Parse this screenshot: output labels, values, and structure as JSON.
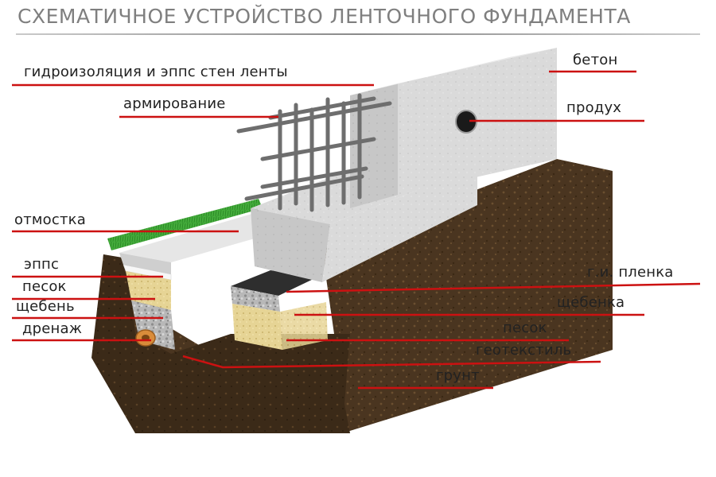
{
  "title": "СХЕМАТИЧНОЕ УСТРОЙСТВО ЛЕНТОЧНОГО ФУНДАМЕНТА",
  "colors": {
    "leader_line": "#cc1111",
    "concrete": "#d9d9d9",
    "soil": "#4a3520",
    "sand": "#e8d79a",
    "gravel": "#b5b5b5",
    "grass": "#3aa335",
    "rebar": "#6e6e6e",
    "film": "#2e2e2e",
    "drain_pipe": "#d98c3a"
  },
  "labels_left": {
    "waterproofing": "гидроизоляция и эппс стен ленты",
    "reinforcement": "армирование",
    "blind_area": "отмостка",
    "eps": "эппс",
    "sand": "песок",
    "crushed_stone": "щебень",
    "drainage": "дренаж"
  },
  "labels_right": {
    "concrete": "бетон",
    "vent": "продух",
    "film": "г.и. пленка",
    "gravel": "щебенка",
    "sand": "песок",
    "geotextile": "геотекстиль",
    "soil": "грунт"
  }
}
